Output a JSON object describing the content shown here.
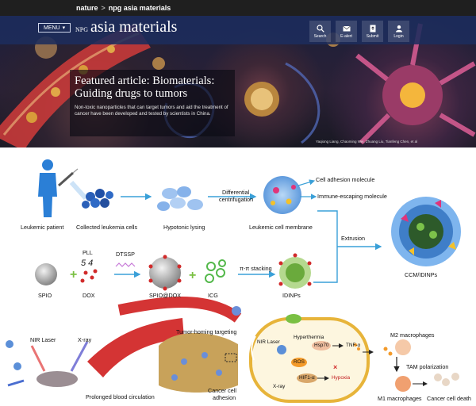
{
  "topbar": {
    "brand": "nature",
    "separator": ">",
    "section": "npg asia materials"
  },
  "header": {
    "menu_label": "MENU",
    "logo_prefix": "NPG",
    "logo_text": "asia materials",
    "tools": [
      {
        "label": "Search",
        "icon": "search-icon"
      },
      {
        "label": "E-alert",
        "icon": "mail-icon"
      },
      {
        "label": "Submit",
        "icon": "upload-icon"
      },
      {
        "label": "Login",
        "icon": "user-icon"
      }
    ]
  },
  "feature": {
    "title": "Featured article: Biomaterials: Guiding drugs to tumors",
    "description": "Non-toxic nanoparticles that can target tumors and aid the treatment of cancer have been developed and tested by scientists in China.",
    "credit": "Yaqiong Liang, Chaoming Wei, Zhuang Liu, Tianfeng Chen, et al"
  },
  "diagram": {
    "leukemic_patient": "Leukemic patient",
    "collected_cells": "Collected leukemia cells",
    "hypotonic_lysing": "Hypotonic lysing",
    "differential": "Differential",
    "centrifugation": "centrifugation",
    "cell_adhesion": "Cell adhesion molecule",
    "immune_escaping": "Immune-escaping  molecule",
    "leukemic_membrane": "Leukemic cell membrane",
    "extrusion": "Extrusion",
    "ccm_idinps": "CCM/IDINPs",
    "pll": "PLL",
    "dtssp": "DTSSP",
    "spio": "SPIO",
    "dox": "DOX",
    "spio_dox": "SPIO@DOX",
    "icg": "ICG",
    "pi_stacking": "π-π stacking",
    "idinps": "IDINPs",
    "nir_laser": "NIR Laser",
    "xray": "X-ray",
    "tumor_homing": "Tumor-homing targeting",
    "prolonged": "Prolonged blood circulation",
    "cancer_adhesion_1": "Cancer cell",
    "cancer_adhesion_2": "adhesion",
    "nir_laser_2": "NIR Laser",
    "xray_2": "X-ray",
    "hyperthermia": "Hyperthermia",
    "hsp70": "Hsp70",
    "ros": "ROS",
    "tnf": "TNF-α",
    "hif": "HIF1-α",
    "hypoxia": "Hypoxia",
    "m2": "M2 macrophages",
    "tam": "TAM polarization",
    "m1": "M1 macrophages",
    "cancer_death": "Cancer cell death"
  }
}
